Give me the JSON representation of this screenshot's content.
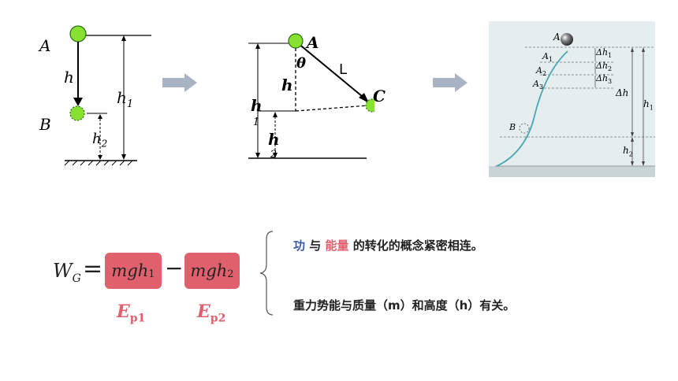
{
  "diagram1": {
    "label_A": "A",
    "label_B": "B",
    "label_h": "h",
    "label_h1": "h",
    "label_h1_sub": "1",
    "label_h2": "h",
    "label_h2_sub": "2"
  },
  "diagram2": {
    "label_A": "A",
    "label_C": "C",
    "label_L": "L",
    "label_theta": "θ",
    "label_h": "h",
    "label_h1": "h",
    "label_h1_sub": "1",
    "label_h2": "h",
    "label_h2_sub": "2"
  },
  "diagram3": {
    "label_A": "A",
    "label_A1": "A",
    "label_A1_sub": "1",
    "label_A2": "A",
    "label_A2_sub": "2",
    "label_A3": "A",
    "label_A3_sub": "3",
    "label_B": "B",
    "label_dh1": "Δh",
    "label_dh1_sub": "1",
    "label_dh2": "Δh",
    "label_dh2_sub": "2",
    "label_dh3": "Δh",
    "label_dh3_sub": "3",
    "label_dh": "Δh",
    "label_h1": "h",
    "label_h1_sub": "1",
    "label_h2": "h",
    "label_h2_sub": "2"
  },
  "formula": {
    "lhs": "W",
    "lhs_sub": "G",
    "eq": "=",
    "minus": "−",
    "term1": "mgh",
    "term1_sub": "1",
    "term2": "mgh",
    "term2_sub": "2",
    "ep1": "E",
    "ep1_sub": "p1",
    "ep2": "E",
    "ep2_sub": "p2"
  },
  "statements": {
    "line1_word1": "功",
    "line1_word2": " 与 ",
    "line1_word3": "能量",
    "line1_rest": " 的转化的概念紧密相连。",
    "line2": "重力势能与质量（m）和高度（h）有关。"
  },
  "colors": {
    "ball_green": "#88e030",
    "arrow_gray": "#a8b4c4",
    "box_red": "#e0616d",
    "blue": "#3a5aa8",
    "photo_bg": "#e4eeee",
    "curve": "#4aa6b4"
  }
}
